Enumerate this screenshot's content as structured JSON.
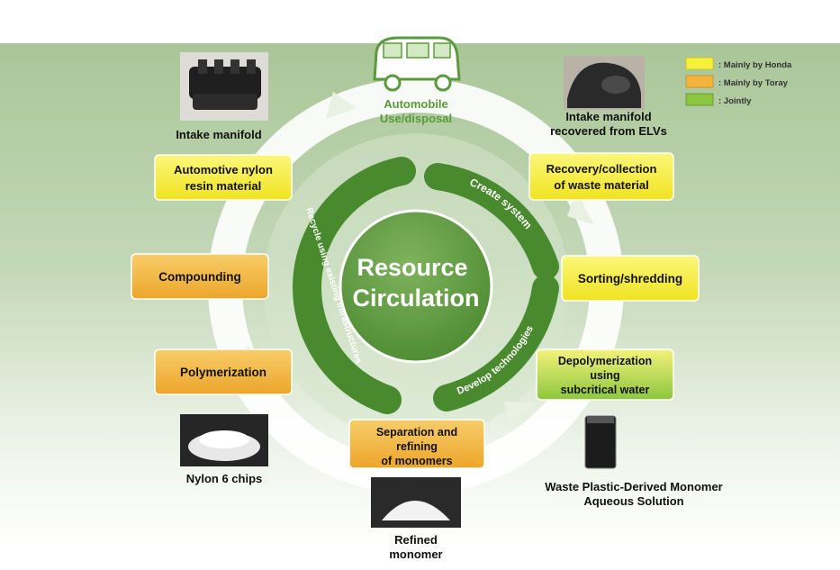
{
  "center_title_line1": "Resource",
  "center_title_line2": "Circulation",
  "inner_arcs": {
    "create": "Create system",
    "develop": "Develop technologies",
    "recycle": "Recycle using existing infrastructures"
  },
  "legend": [
    {
      "label": ": Mainly by Honda",
      "color": "#f7f03a"
    },
    {
      "label": ": Mainly by Toray",
      "color": "#f4b43c"
    },
    {
      "label": ": Jointly",
      "color": "#8cc63f"
    }
  ],
  "steps": {
    "automobile_line1": "Automobile",
    "automobile_line2": "Use/disposal",
    "recovery_line1": "Recovery/collection",
    "recovery_line2": "of waste material",
    "sorting": "Sorting/shredding",
    "depoly_line1": "Depolymerization",
    "depoly_line2": "using",
    "depoly_line3": "subcritical water",
    "separation_line1": "Separation and",
    "separation_line2": "refining",
    "separation_line3": "of monomers",
    "polymerization": "Polymerization",
    "compounding": "Compounding",
    "resin_line1": "Automotive nylon",
    "resin_line2": "resin material"
  },
  "captions": {
    "intake_manifold": "Intake manifold",
    "recovered_line1": "Intake manifold",
    "recovered_line2": "recovered from ELVs",
    "nylon_chips": "Nylon 6 chips",
    "waste_line1": "Waste Plastic-Derived Monomer",
    "waste_line2": "Aqueous Solution",
    "refined_line1": "Refined",
    "refined_line2": "monomer"
  },
  "colors": {
    "honda": "#f7f03a",
    "toray": "#f4b43c",
    "jointly": "#8cc63f",
    "dark_green": "#4a8a2e",
    "label_green": "#5b9a3c"
  }
}
